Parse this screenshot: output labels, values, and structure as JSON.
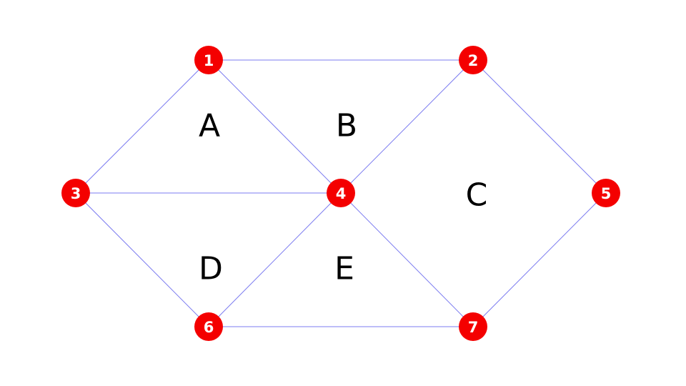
{
  "diagram": {
    "nodes": [
      {
        "id": "1",
        "label": "1"
      },
      {
        "id": "2",
        "label": "2"
      },
      {
        "id": "3",
        "label": "3"
      },
      {
        "id": "4",
        "label": "4"
      },
      {
        "id": "5",
        "label": "5"
      },
      {
        "id": "6",
        "label": "6"
      },
      {
        "id": "7",
        "label": "7"
      }
    ],
    "edges": [
      [
        "1",
        "2"
      ],
      [
        "1",
        "3"
      ],
      [
        "1",
        "4"
      ],
      [
        "2",
        "4"
      ],
      [
        "2",
        "5"
      ],
      [
        "3",
        "4"
      ],
      [
        "3",
        "6"
      ],
      [
        "4",
        "6"
      ],
      [
        "4",
        "7"
      ],
      [
        "5",
        "7"
      ],
      [
        "6",
        "7"
      ]
    ],
    "regions": [
      {
        "id": "A",
        "label": "A"
      },
      {
        "id": "B",
        "label": "B"
      },
      {
        "id": "C",
        "label": "C"
      },
      {
        "id": "D",
        "label": "D"
      },
      {
        "id": "E",
        "label": "E"
      }
    ],
    "colors": {
      "node_fill": "#f40000",
      "node_text": "#ffffff",
      "edge": "#7b7bf0",
      "region_text": "#000000",
      "background": "#ffffff"
    }
  }
}
